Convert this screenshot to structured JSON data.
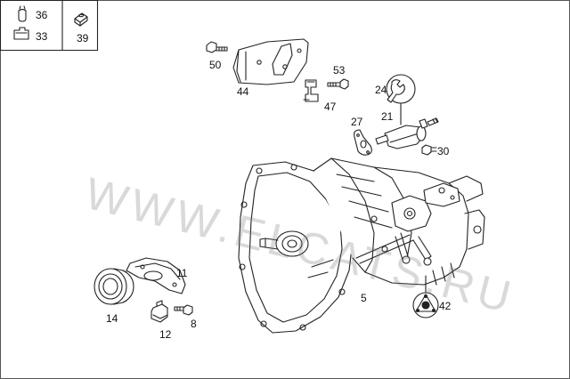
{
  "legend": {
    "items": [
      {
        "label": "36",
        "icon": "cap-icon"
      },
      {
        "label": "33",
        "icon": "clip-icon"
      },
      {
        "label": "39",
        "icon": "sleeve-icon"
      }
    ]
  },
  "parts": [
    {
      "id": "p50",
      "label": "50",
      "icon": "bolt-icon"
    },
    {
      "id": "p44",
      "label": "44",
      "icon": "bracket-plate-icon"
    },
    {
      "id": "p53",
      "label": "53",
      "icon": "bolt-icon"
    },
    {
      "id": "p47",
      "label": "47",
      "icon": "clip-bracket-icon"
    },
    {
      "id": "p24",
      "label": "24",
      "icon": "wrench-symbol-icon"
    },
    {
      "id": "p21",
      "label": "21",
      "icon": "slave-cylinder-icon"
    },
    {
      "id": "p27",
      "label": "27",
      "icon": "gasket-icon"
    },
    {
      "id": "p30",
      "label": "30",
      "icon": "bolt-icon"
    },
    {
      "id": "p11",
      "label": "11",
      "icon": "release-fork-icon"
    },
    {
      "id": "p14",
      "label": "14",
      "icon": "release-bearing-icon"
    },
    {
      "id": "p12",
      "label": "12",
      "icon": "spring-clip-icon"
    },
    {
      "id": "p8",
      "label": "8",
      "icon": "bolt-icon"
    },
    {
      "id": "p5",
      "label": "5",
      "icon": "gearbox-housing-icon"
    },
    {
      "id": "p42",
      "label": "42",
      "icon": "flange-icon"
    }
  ],
  "watermark": "WWW.ELCATS.RU",
  "colors": {
    "line": "#222222",
    "watermark": "#787878"
  }
}
